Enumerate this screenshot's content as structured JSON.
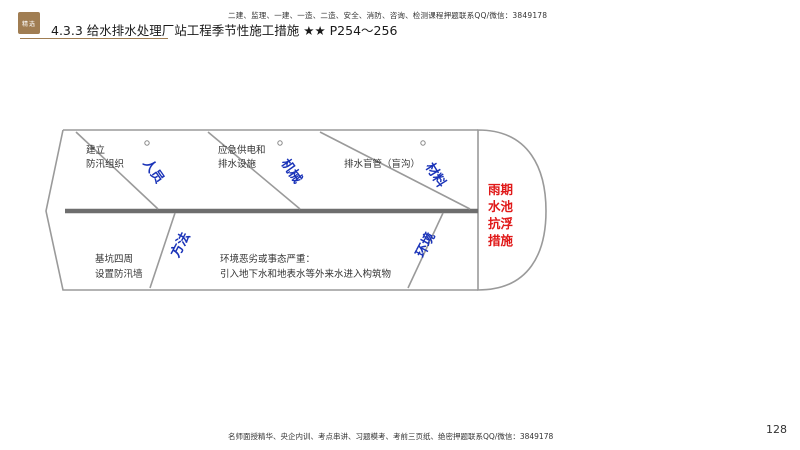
{
  "header": {
    "top_note": "二建、监理、一建、一造、二造、安全、消防、咨询、检测课程押题联系QQ/微信：3849178",
    "logo_text": "精选",
    "title": "4.3.3 给水排水处理厂站工程季节性施工措施 ★★ P254～256"
  },
  "fishbone": {
    "head": [
      "雨期",
      "水池",
      "抗浮",
      "措施"
    ],
    "categories": {
      "people": "人员",
      "machine": "机械",
      "material": "材料",
      "method": "方法",
      "environment": "环境"
    },
    "causes": {
      "people": [
        "建立",
        "防汛组织"
      ],
      "machine": [
        "应急供电和",
        "排水设施"
      ],
      "material": "排水盲管（盲沟）",
      "method": [
        "基坑四周",
        "设置防汛墙"
      ],
      "environment": [
        "环境恶劣或事态严重：",
        "引入地下水和地表水等外来水进入构筑物"
      ]
    },
    "colors": {
      "category": "#1a33b8",
      "head": "#e01919",
      "spine": "#6e6e6e",
      "bone": "#9a9a9a"
    }
  },
  "footer": {
    "note": "名师面授精华、央企内训、考点串讲、习题模考、考前三页纸、绝密押题联系QQ/微信：3849178",
    "page": "128"
  }
}
